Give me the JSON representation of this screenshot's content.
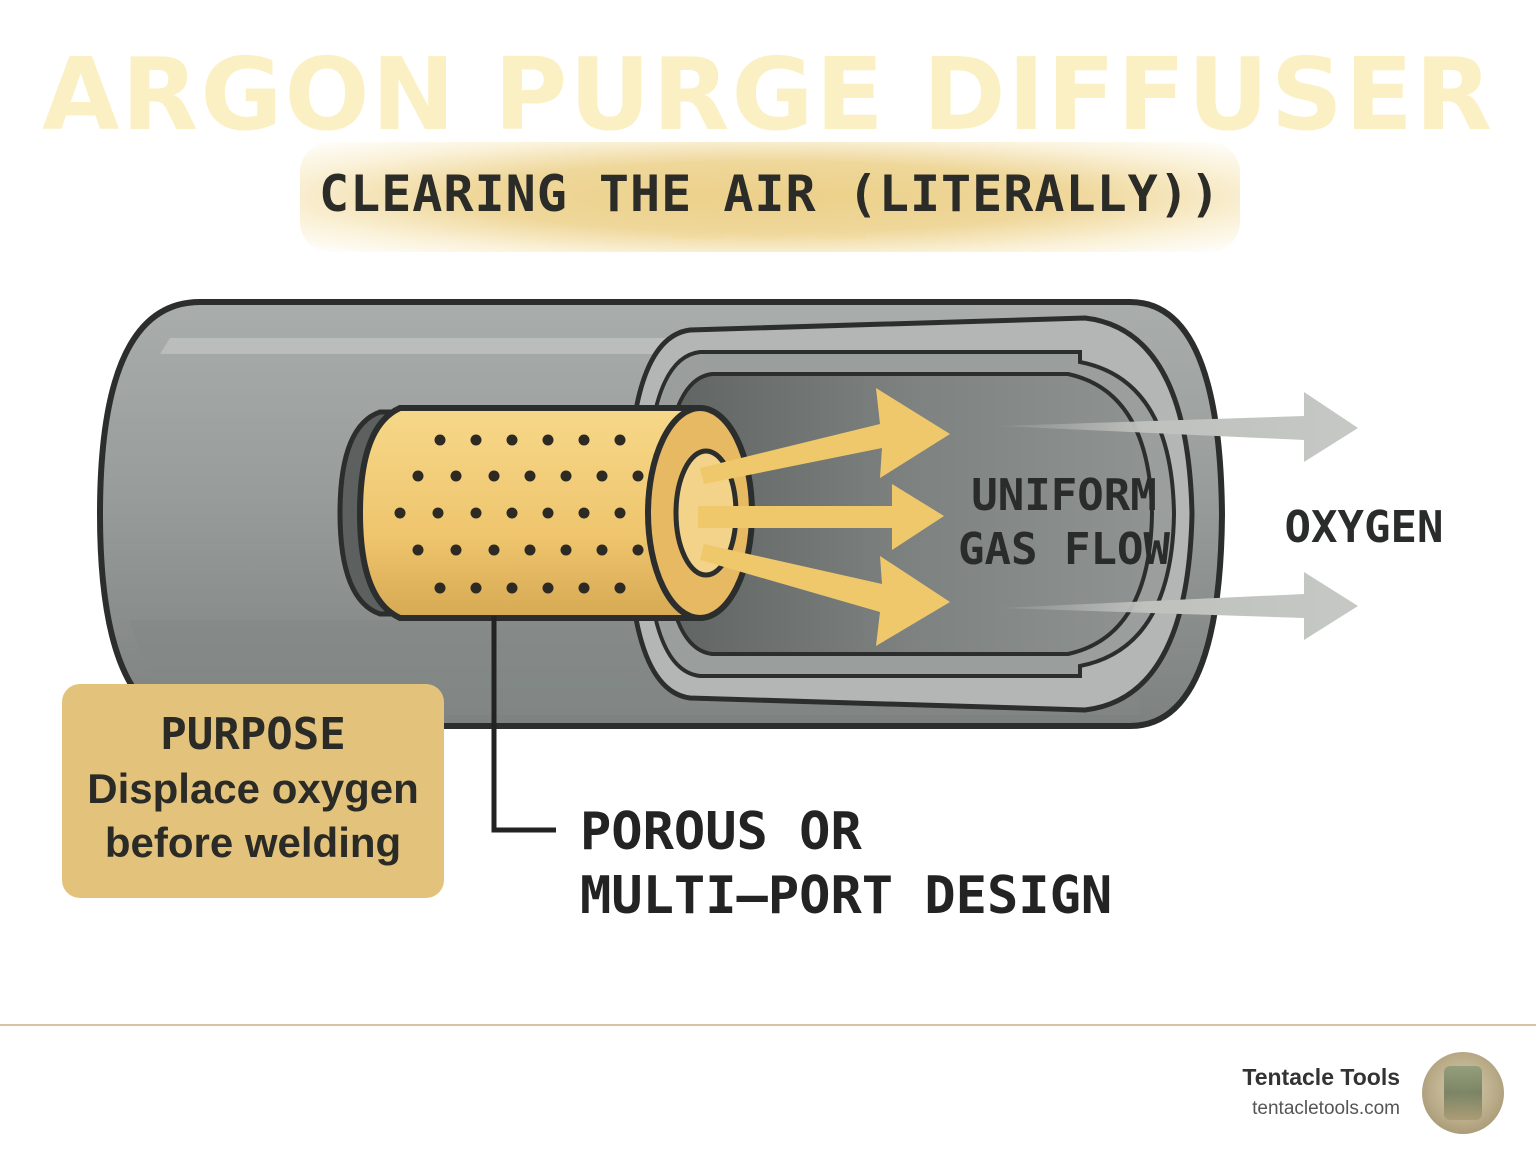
{
  "title": "ARGON PURGE DIFFUSER 101",
  "subtitle": "CLEARING THE AIR (LITERALLY))",
  "labels": {
    "flow_line1": "UNIFORM",
    "flow_line2": "GAS FLOW",
    "oxygen": "OXYGEN",
    "design_line1": "POROUS OR",
    "design_line2": "MULTI–PORT DESIGN"
  },
  "purpose": {
    "title": "PURPOSE",
    "line1": "Displace oxygen",
    "line2": "before welding"
  },
  "footer": {
    "brand": "Tentacle Tools",
    "url": "tentacletools.com"
  },
  "colors": {
    "argon": "#f0c86c",
    "pipe": "#8e9391",
    "oxygen_arrow": "#c4c6c3",
    "purpose_box": "#e3c27b",
    "title": "#fbf0c4"
  },
  "icons": {
    "logo": "tentacle-tools-logo-icon"
  }
}
